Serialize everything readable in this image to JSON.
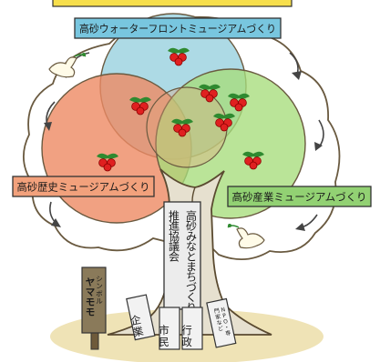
{
  "top_label": "高砂ウォーターフロントミュージアムづくり",
  "left_label": "高砂歴史ミュージアムづくり",
  "right_label": "高砂産業ミュージアムづくり",
  "trunk_label": [
    "高砂みなとまちづくり",
    "推進協議会"
  ],
  "symbol_label": [
    "シンボル",
    "ヤマモモ"
  ],
  "roots": {
    "kigyo": "企業",
    "shimin": "市民",
    "gyosei": "行政",
    "npo": "NPO・専門家など"
  },
  "colors": {
    "top_circle": "#9fd3e0",
    "left_circle": "#ee8a63",
    "right_circle": "#a7dc7b",
    "top_label_bg": "#78c6df",
    "left_label_bg": "#f2a17c",
    "right_label_bg": "#92d173",
    "trunk": "#e6e0cf",
    "ground": "#efe3b6",
    "berry": "#e02020"
  }
}
